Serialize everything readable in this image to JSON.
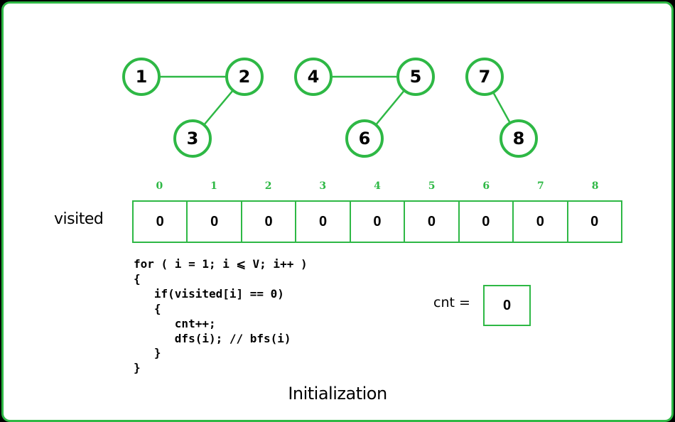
{
  "graph": {
    "nodes": [
      "1",
      "2",
      "3",
      "4",
      "5",
      "6",
      "7",
      "8"
    ],
    "edges": [
      [
        "1",
        "2"
      ],
      [
        "2",
        "3"
      ],
      [
        "4",
        "5"
      ],
      [
        "5",
        "6"
      ],
      [
        "7",
        "8"
      ]
    ]
  },
  "visited": {
    "label": "visited",
    "indices": [
      "0",
      "1",
      "2",
      "3",
      "4",
      "5",
      "6",
      "7",
      "8"
    ],
    "values": [
      "0",
      "0",
      "0",
      "0",
      "0",
      "0",
      "0",
      "0",
      "0"
    ]
  },
  "code": {
    "lines": [
      "for ( i = 1; i ⩽ V; i++ )",
      "{",
      "   if(visited[i] == 0)",
      "   {",
      "      cnt++;",
      "      dfs(i); // bfs(i)",
      "   }",
      "}"
    ]
  },
  "counter": {
    "label": "cnt =",
    "value": "0"
  },
  "caption": "Initialization",
  "colors": {
    "accent": "#2eb845",
    "background": "#000000",
    "panel": "#ffffff"
  }
}
